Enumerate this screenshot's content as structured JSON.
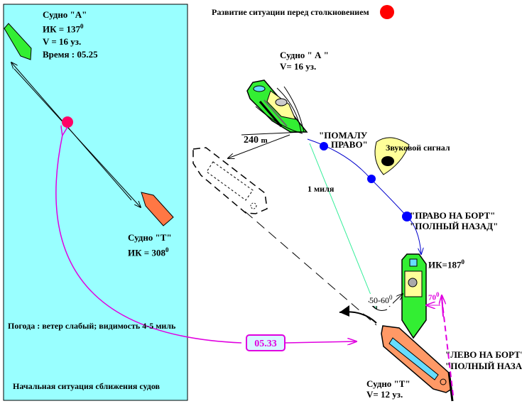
{
  "title": "Развитие ситуации перед столкновением",
  "panel": {
    "ship_a": {
      "name": "Судно  \"А\"",
      "course": "ИК = 137",
      "course_sup": "0",
      "speed": "V = 16 уз.",
      "time": "Время : 05.25"
    },
    "ship_t": {
      "name": "Судно \"Т\"",
      "course": "ИК = 308",
      "course_sup": "0"
    },
    "weather": "Погода : ветер слабый; видимость 4-5 миль",
    "caption": "Начальная ситуация сближения судов"
  },
  "scene": {
    "ship_a_name": "Судно \" А \"",
    "ship_a_speed": "V= 16 уз.",
    "distance": "240",
    "distance_unit": "m",
    "order_port": "\"ПОМАЛУ",
    "order_port2": "ПРАВО\"",
    "sound_signal": "Звуковой сигнал",
    "mile": "1 миля",
    "order_hard": "\"ПРАВО НА БОРТ\"",
    "order_astern": "\"ПОЛНЫЙ НАЗАД\"",
    "course_after": "ИК=187",
    "course_after_sup": "0",
    "angle": "50-60",
    "angle_sup": "0",
    "angle_70": "70",
    "angle_70_sup": "0",
    "time_collision": "05.33",
    "order_left": "\"ЛЕВО НА БОРТ\"",
    "order_left_astern": "\"ПОЛНЫЙ НАЗА,",
    "ship_t_name": "Судно \"Т\"",
    "ship_t_speed": "V= 12 уз."
  },
  "colors": {
    "panel_bg": "#99ffff",
    "ship_a": "#33ee33",
    "ship_t": "#ff9966",
    "marker": "#ff0066",
    "track": "#0000cc",
    "magenta": "#e000e0"
  }
}
